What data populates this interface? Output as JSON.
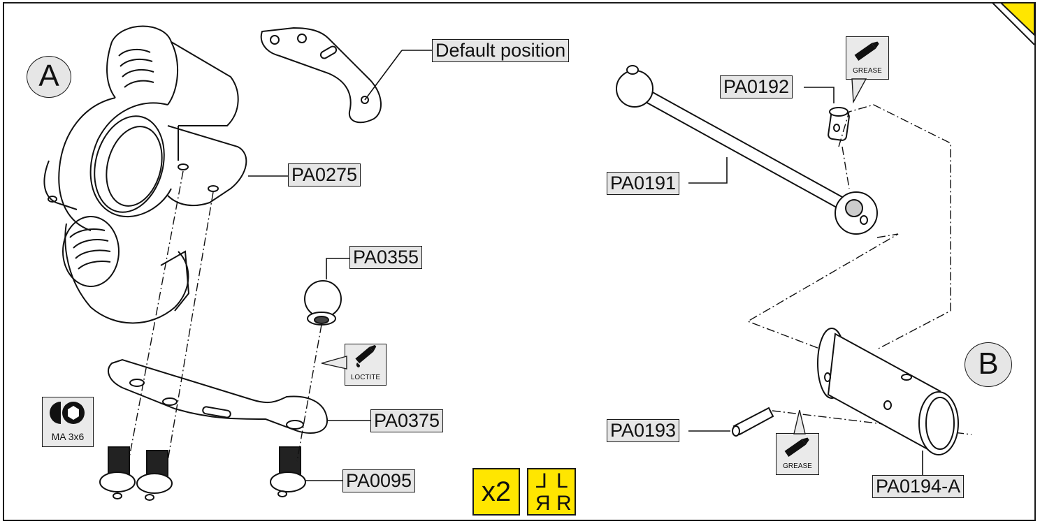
{
  "labels": {
    "default_position": "Default position",
    "pa0275": "PA0275",
    "pa0355": "PA0355",
    "pa0375": "PA0375",
    "pa0095": "PA0095",
    "pa0192": "PA0192",
    "pa0191": "PA0191",
    "pa0193": "PA0193",
    "pa0194a": "PA0194-A"
  },
  "callouts": {
    "a": "A",
    "b": "B"
  },
  "badges": {
    "grease": "GREASE",
    "loctite": "LOCTITE",
    "screw_size": "MA 3x6",
    "quantity": "x2",
    "lr_top_left": "L",
    "lr_top_right": "L",
    "lr_bottom_left": "R",
    "lr_bottom_right": "R"
  },
  "colors": {
    "label_fill": "#e6e6e6",
    "badge_yellow": "#ffe600",
    "line": "#1a1a1a"
  },
  "icons": [
    "grease-tube-icon",
    "loctite-drop-icon",
    "hex-key-icon",
    "left-right-mirror-icon"
  ]
}
